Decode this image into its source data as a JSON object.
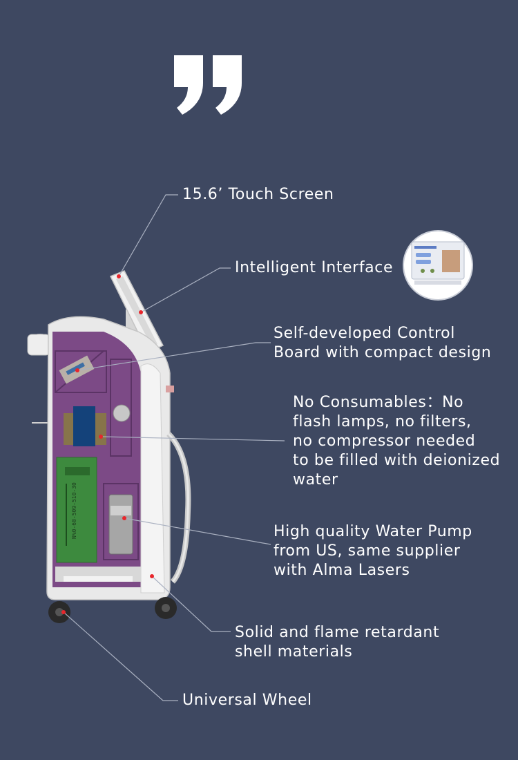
{
  "callouts": {
    "touch_screen": "15.6’ Touch Screen",
    "interface": "Intelligent Interface",
    "control_board": [
      "Self-developed Control",
      "Board with compact design"
    ],
    "consumables": [
      "No Consumables：No",
      "flash lamps, no filters,",
      "no compressor needed",
      "to be filled with deionized",
      "water"
    ],
    "water_pump": [
      "High quality Water Pump",
      "from US, same supplier",
      "with Alma Lasers"
    ],
    "shell": [
      "Solid and flame retardant",
      "shell materials"
    ],
    "wheel": "Universal Wheel"
  },
  "colors": {
    "background": "#3e4861",
    "cabinet_interior": "#7c4a86",
    "shell": "#e6e6e6",
    "leader_line": "#aab1c1",
    "marker_dot": "#e8262c"
  },
  "icons": [
    "quote-mark-icon",
    "touch-screen-thumbnail"
  ]
}
